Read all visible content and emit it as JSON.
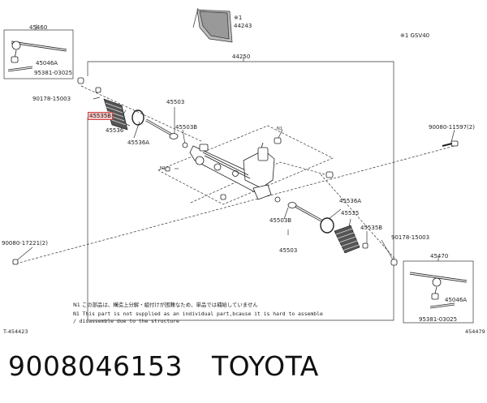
{
  "labels": {
    "p45460": "45460",
    "p45046a_top": "45046A",
    "p95381_top": "95381-03025",
    "p90178_top": "90178-15003",
    "p45535_hl": "45535B",
    "p45536": "45536",
    "p45536a_left": "45536A",
    "p45503_top": "45503",
    "p45503b_left": "45503B",
    "p44250": "44250",
    "p44243": "44243",
    "star1_top": "※1",
    "star1_note": "※1 GSV40",
    "p90080_11597": "90080-11597(2)",
    "p90080_17221": "90080-17221(2)",
    "n1_a": "N1",
    "n1_b": "N1",
    "p45536a_right": "45536A",
    "p45535_right": "45535",
    "p45535b_right": "45535B",
    "p45503b_right": "45503B",
    "p45503_bottom": "45503",
    "p90178_right": "90178-15003",
    "p45470": "45470",
    "p45046a_bot": "45046A",
    "p95381_bot": "95381-03025",
    "note_jp": "N1 この部品は、構造上分解・組付けが困難なため、単品では補給していません",
    "note_en1": "N1 This part is not supplied as an individual part,bcause it is hard to assemble",
    "note_en2": "  / disassemble due to the structure",
    "code_left": "T-454423",
    "code_right": "454479"
  },
  "footer": {
    "part_number": "9008046153",
    "brand": "TOYOTA"
  }
}
